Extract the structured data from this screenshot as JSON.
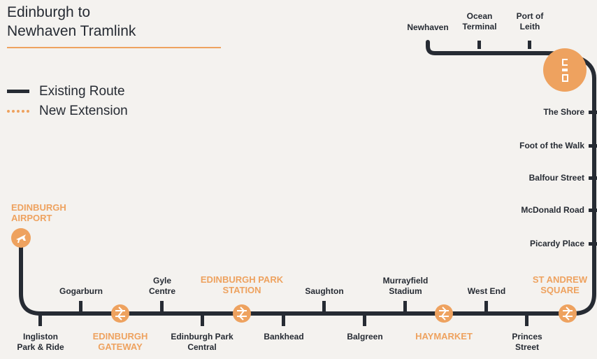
{
  "title_line1": "Edinburgh to",
  "title_line2": "Newhaven Tramlink",
  "legend": {
    "existing": "Existing Route",
    "extension": "New Extension"
  },
  "colors": {
    "route": "#262b33",
    "accent": "#eea25f",
    "background": "#f4f2ef"
  },
  "stops": {
    "newhaven": "Newhaven",
    "ocean_terminal": "Ocean\nTerminal",
    "port_of_leith": "Port of\nLeith",
    "the_shore": "The Shore",
    "foot_of_the_walk": "Foot of the Walk",
    "balfour_street": "Balfour Street",
    "mcdonald_road": "McDonald Road",
    "picardy_place": "Picardy Place",
    "edinburgh_airport": "EDINBURGH\nAIRPORT",
    "ingliston": "Ingliston\nPark & Ride",
    "gogarburn": "Gogarburn",
    "edinburgh_gateway": "EDINBURGH\nGATEWAY",
    "gyle_centre": "Gyle\nCentre",
    "edinburgh_park_central": "Edinburgh Park\nCentral",
    "edinburgh_park_station": "EDINBURGH PARK\nSTATION",
    "bankhead": "Bankhead",
    "saughton": "Saughton",
    "balgreen": "Balgreen",
    "murrayfield_stadium": "Murrayfield\nStadium",
    "haymarket": "HAYMARKET",
    "west_end": "West End",
    "princes_street": "Princes\nStreet",
    "st_andrew_square": "ST ANDREW\nSQUARE"
  }
}
